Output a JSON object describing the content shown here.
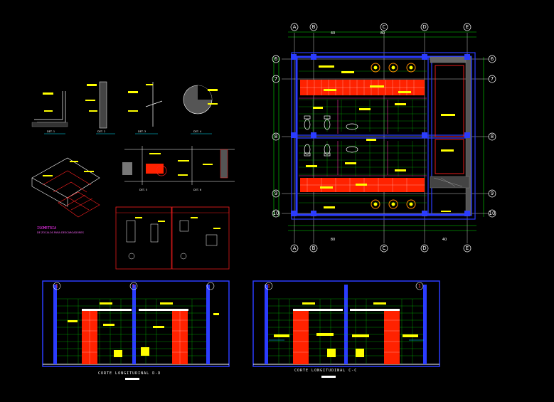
{
  "grid": {
    "columns": [
      "A",
      "B",
      "C",
      "D",
      "E"
    ],
    "rows": [
      "6",
      "7",
      "8",
      "9",
      "10"
    ]
  },
  "dims": {
    "top_a": "40",
    "top_b": "80",
    "bottom_a": "80",
    "bottom_b": "40"
  },
  "details": {
    "isometric_title": "ISOMETRIA",
    "isometric_sub": "DE ZOCALOS PARA DESCARGADORES",
    "detail_labels": [
      "DET. 1",
      "DET. 2",
      "DET. 3",
      "DET. 4",
      "DET. 5",
      "DET. 6"
    ]
  },
  "sections": {
    "left_title": "CORTE LONGITUDINAL D-D",
    "right_title": "CORTE LONGITUDINAL C-C",
    "marker": "1"
  },
  "colors": {
    "background": "#000000",
    "wall_blue": "#2b3cff",
    "tile_green": "#00e000",
    "annotation_yellow": "#ffff00",
    "fill_red": "#ff2200",
    "frame_red": "#e01a1a",
    "grid_white": "#ffffff",
    "accent_cyan": "#00e5ff"
  }
}
